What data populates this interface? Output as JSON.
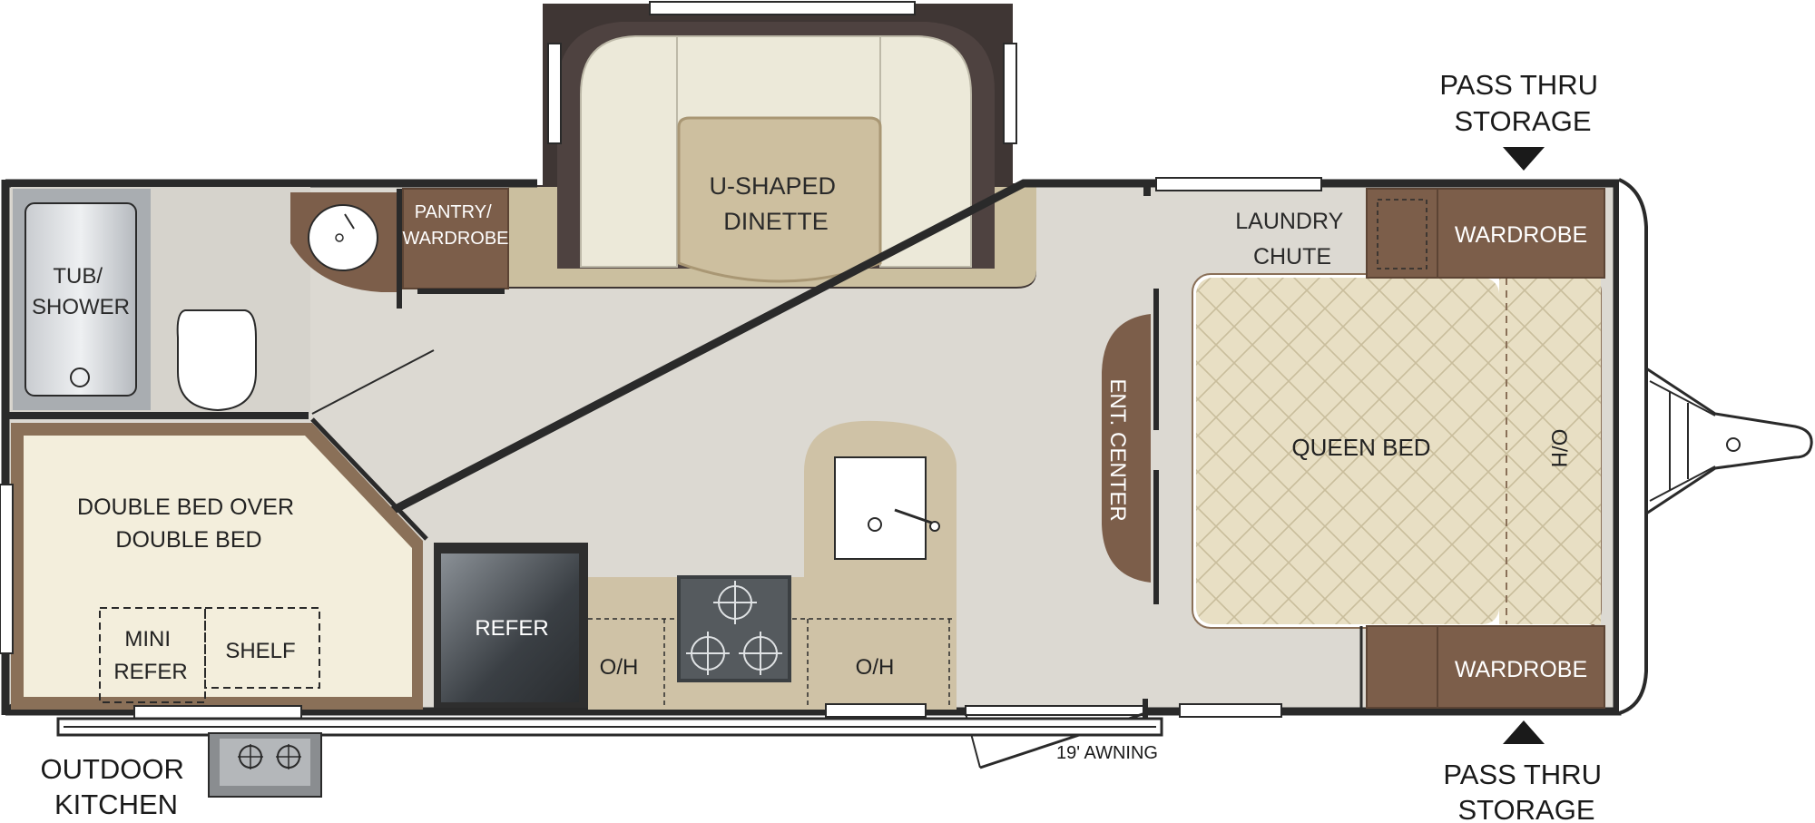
{
  "labels": {
    "tub_shower": [
      "TUB/",
      "SHOWER"
    ],
    "pantry_wardrobe": [
      "PANTRY/",
      "WARDROBE"
    ],
    "dinette": [
      "U-SHAPED",
      "DINETTE"
    ],
    "laundry_chute": [
      "LAUNDRY",
      "CHUTE"
    ],
    "wardrobe_top": "WARDROBE",
    "wardrobe_bottom": "WARDROBE",
    "queen_bed": "QUEEN BED",
    "oh_bed": "O/H",
    "ent_center": "ENT. CENTER",
    "double_bed": [
      "DOUBLE BED OVER",
      "DOUBLE BED"
    ],
    "mini_refer": [
      "MINI",
      "REFER"
    ],
    "shelf": "SHELF",
    "refer": "REFER",
    "oh_left": "O/H",
    "oh_right": "O/H",
    "outdoor_kitchen": [
      "OUTDOOR",
      "KITCHEN"
    ],
    "awning": "19' AWNING",
    "pass_thru_top": [
      "PASS THRU",
      "STORAGE"
    ],
    "pass_thru_bottom": [
      "PASS THRU",
      "STORAGE"
    ]
  },
  "colors": {
    "wall": "#2a2a2a",
    "floor": "#dcd9d2",
    "cabinet": "#7c5e4a",
    "counter": "#cfc2a6",
    "bed": "#f3eedc",
    "bed_border": "#8a7058",
    "dinette_cushion": "#ece9d9",
    "dinette_table": "#cdbf9f",
    "queen_quilt": "#e8dfc4",
    "slide_dark": "#4a3e3c"
  }
}
